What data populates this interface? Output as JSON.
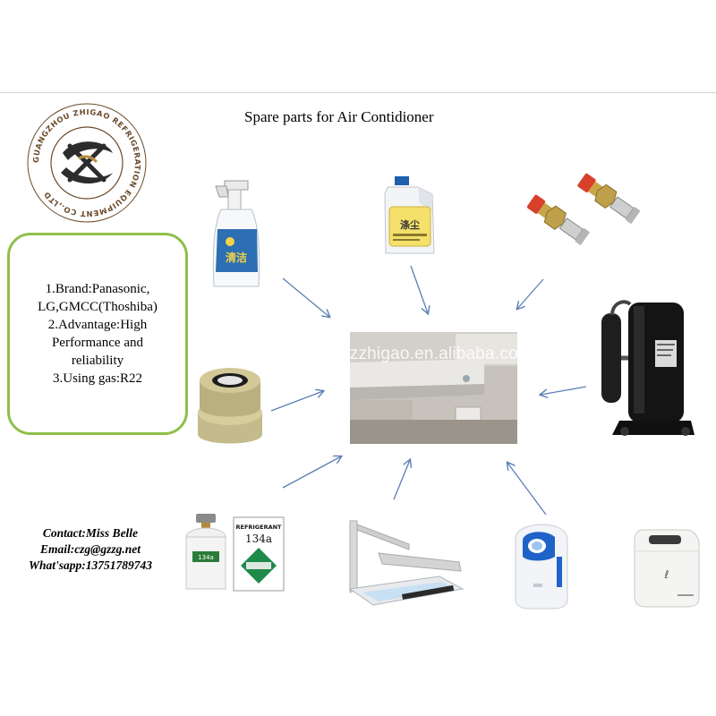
{
  "title": "Spare parts for Air Contidioner",
  "logo": {
    "text": "GUANGZHOU ZHIGAO REFRIGERATION EQUIPMENT CO.,LTD"
  },
  "specs": [
    "1.Brand:Panasonic,",
    "LG,GMCC(Thoshiba)",
    "2.Advantage:High",
    "Performance and",
    "reliability",
    "3.Using gas:R22"
  ],
  "contact": {
    "name": "Contact:Miss Belle",
    "email": "Email:czg@gzzg.net",
    "whatsapp": "What'sapp:13751789743"
  },
  "watermark": "gzzhigao.en.alibaba.com",
  "refrigerant_label": {
    "line1": "REFRIGERANT",
    "line2": "134a"
  },
  "colors": {
    "spec_border": "#8fbf4a",
    "arrow": "#5b7fb5"
  }
}
